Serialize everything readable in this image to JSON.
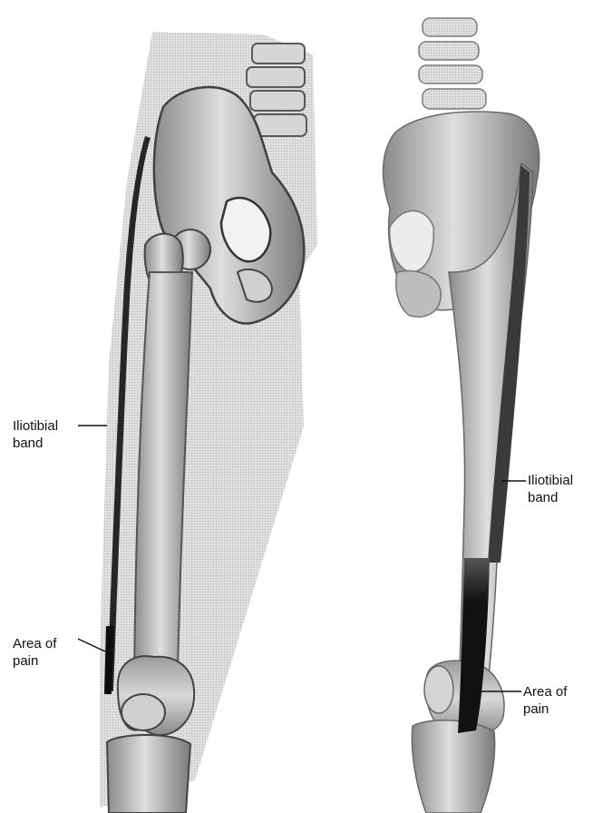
{
  "labels": {
    "left_iliotibial_band": "Iliotibial\nband",
    "left_area_of_pain": "Area of\npain",
    "right_iliotibial_band": "Iliotibial\nband",
    "right_area_of_pain": "Area of\npain"
  },
  "colors": {
    "background": "#ffffff",
    "soft_tissue": "#cfcfcf",
    "bone_light": "#d9d9d9",
    "bone_mid": "#a8a8a8",
    "bone_dark": "#6e6e6e",
    "band_dark": "#2a2a2a",
    "pain_area": "#111111"
  }
}
